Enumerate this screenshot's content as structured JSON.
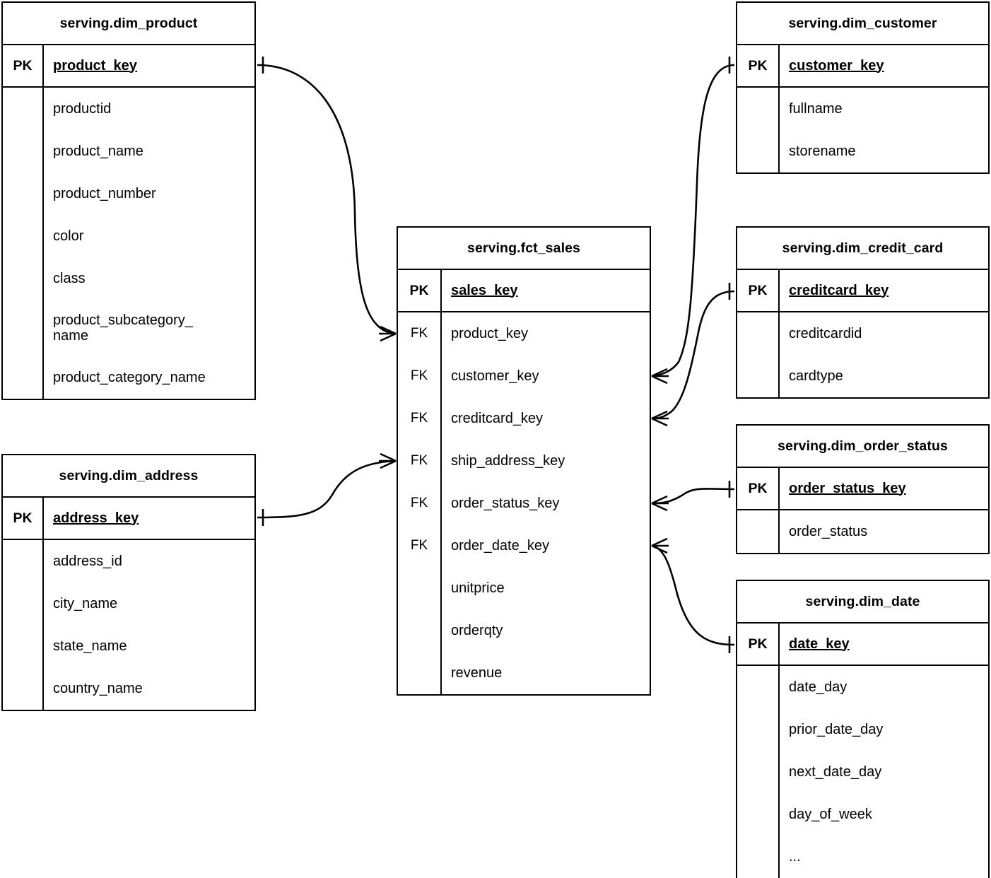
{
  "diagram": {
    "type": "entity-relationship-diagram",
    "notation": "crows-foot",
    "background": "#ffffff",
    "line_color": "#000000"
  },
  "entities": [
    {
      "id": "dim_product",
      "title": "serving.dim_product",
      "pk_label": "PK",
      "pk_field": "product_key",
      "attributes": [
        "productid",
        "product_name",
        "product_number",
        "color",
        "class",
        "product_subcategory_\nname",
        "product_category_name"
      ]
    },
    {
      "id": "dim_address",
      "title": "serving.dim_address",
      "pk_label": "PK",
      "pk_field": "address_key",
      "attributes": [
        "address_id",
        "city_name",
        "state_name",
        "country_name"
      ]
    },
    {
      "id": "fct_sales",
      "title": "serving.fct_sales",
      "pk_label": "PK",
      "pk_field": "sales_key",
      "fk_label": "FK",
      "foreign_keys": [
        "product_key",
        "customer_key",
        "creditcard_key",
        "ship_address_key",
        "order_status_key",
        "order_date_key"
      ],
      "attributes": [
        "unitprice",
        "orderqty",
        "revenue"
      ]
    },
    {
      "id": "dim_customer",
      "title": "serving.dim_customer",
      "pk_label": "PK",
      "pk_field": "customer_key",
      "attributes": [
        "fullname",
        "storename"
      ]
    },
    {
      "id": "dim_credit_card",
      "title": "serving.dim_credit_card",
      "pk_label": "PK",
      "pk_field": "creditcard_key",
      "attributes": [
        "creditcardid",
        "cardtype"
      ]
    },
    {
      "id": "dim_order_status",
      "title": "serving.dim_order_status",
      "pk_label": "PK",
      "pk_field": "order_status_key",
      "attributes": [
        "order_status"
      ]
    },
    {
      "id": "dim_date",
      "title": "serving.dim_date",
      "pk_label": "PK",
      "pk_field": "date_key",
      "attributes": [
        "date_day",
        "prior_date_day",
        "next_date_day",
        "day_of_week",
        "..."
      ]
    }
  ],
  "relationships": [
    {
      "id": "rel-product",
      "from_entity": "dim_product",
      "from_field": "product_key",
      "from_cardinality": "one",
      "to_entity": "fct_sales",
      "to_field": "product_key",
      "to_cardinality": "many"
    },
    {
      "id": "rel-address",
      "from_entity": "dim_address",
      "from_field": "address_key",
      "from_cardinality": "one",
      "to_entity": "fct_sales",
      "to_field": "ship_address_key",
      "to_cardinality": "many"
    },
    {
      "id": "rel-customer",
      "from_entity": "dim_customer",
      "from_field": "customer_key",
      "from_cardinality": "one",
      "to_entity": "fct_sales",
      "to_field": "customer_key",
      "to_cardinality": "many"
    },
    {
      "id": "rel-creditcard",
      "from_entity": "dim_credit_card",
      "from_field": "creditcard_key",
      "from_cardinality": "one",
      "to_entity": "fct_sales",
      "to_field": "creditcard_key",
      "to_cardinality": "many"
    },
    {
      "id": "rel-orderstatus",
      "from_entity": "dim_order_status",
      "from_field": "order_status_key",
      "from_cardinality": "one",
      "to_entity": "fct_sales",
      "to_field": "order_status_key",
      "to_cardinality": "many"
    },
    {
      "id": "rel-date",
      "from_entity": "dim_date",
      "from_field": "date_key",
      "from_cardinality": "one",
      "to_entity": "fct_sales",
      "to_field": "order_date_key",
      "to_cardinality": "many"
    }
  ]
}
